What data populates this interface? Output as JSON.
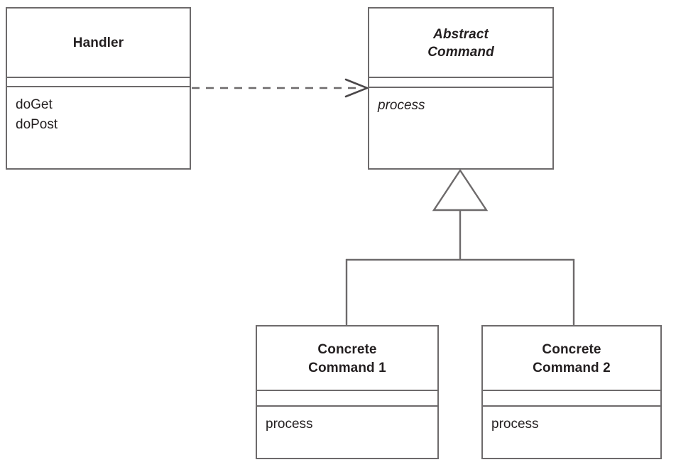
{
  "diagram": {
    "title": "Front Controller / Command pattern UML class diagram",
    "type": "uml-class-diagram",
    "stroke_color": "#6d6a6b",
    "text_color": "#231f20",
    "background_color": "#ffffff",
    "classes": [
      {
        "id": "handler",
        "name": "Handler",
        "name_lines": [
          "Handler"
        ],
        "abstract": false,
        "attributes": [],
        "operations": [
          {
            "label": "doGet",
            "abstract": false
          },
          {
            "label": "doPost",
            "abstract": false
          }
        ]
      },
      {
        "id": "abstract-command",
        "name": "Abstract Command",
        "name_lines": [
          "Abstract",
          "Command"
        ],
        "abstract": true,
        "attributes": [],
        "operations": [
          {
            "label": "process",
            "abstract": true
          }
        ]
      },
      {
        "id": "concrete-command-1",
        "name": "Concrete Command 1",
        "name_lines": [
          "Concrete",
          "Command 1"
        ],
        "abstract": false,
        "attributes": [],
        "operations": [
          {
            "label": "process",
            "abstract": false
          }
        ]
      },
      {
        "id": "concrete-command-2",
        "name": "Concrete Command 2",
        "name_lines": [
          "Concrete",
          "Command 2"
        ],
        "abstract": false,
        "attributes": [],
        "operations": [
          {
            "label": "process",
            "abstract": false
          }
        ]
      }
    ],
    "relationships": [
      {
        "id": "handler-uses-command",
        "type": "dependency",
        "line_style": "dashed",
        "arrowhead": "open-arrow",
        "source": "Handler",
        "target": "Abstract Command",
        "label": ""
      },
      {
        "id": "cc1-extends-command",
        "type": "generalization",
        "line_style": "solid",
        "arrowhead": "hollow-triangle",
        "source": "Concrete Command 1",
        "target": "Abstract Command",
        "label": ""
      },
      {
        "id": "cc2-extends-command",
        "type": "generalization",
        "line_style": "solid",
        "arrowhead": "hollow-triangle",
        "source": "Concrete Command 2",
        "target": "Abstract Command",
        "label": ""
      }
    ]
  }
}
